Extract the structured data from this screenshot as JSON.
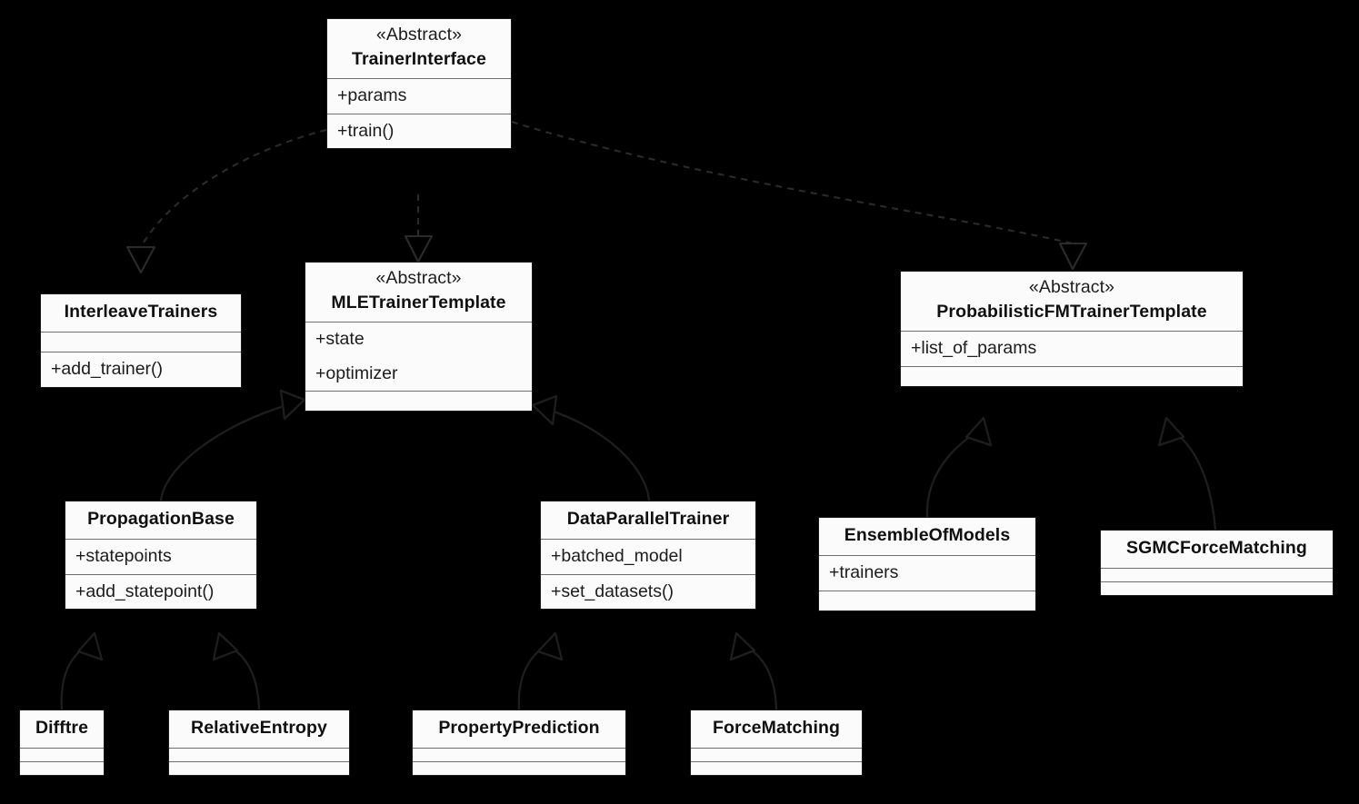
{
  "diagram": {
    "type": "uml-class-diagram",
    "background_color": "#000000",
    "box_fill_color": "#fbfbfb",
    "box_border_color": "#1a1a1a",
    "divider_color": "#6e6e6e",
    "text_color": "#1c1c1c",
    "edge_color": "#2b2b2b"
  },
  "classes": [
    {
      "id": "trainer-interface",
      "stereotype": "«Abstract»",
      "name": "TrainerInterface",
      "attributes": [
        "+params"
      ],
      "methods": [
        "+train()"
      ]
    },
    {
      "id": "interleave-trainers",
      "stereotype": "",
      "name": "InterleaveTrainers",
      "attributes": [],
      "methods": [
        "+add_trainer()"
      ]
    },
    {
      "id": "mle-trainer-template",
      "stereotype": "«Abstract»",
      "name": "MLETrainerTemplate",
      "attributes": [
        "+state",
        "+optimizer"
      ],
      "methods": []
    },
    {
      "id": "probabilistic-fm-trainer-template",
      "stereotype": "«Abstract»",
      "name": "ProbabilisticFMTrainerTemplate",
      "attributes": [
        "+list_of_params"
      ],
      "methods": []
    },
    {
      "id": "propagation-base",
      "stereotype": "",
      "name": "PropagationBase",
      "attributes": [
        "+statepoints"
      ],
      "methods": [
        "+add_statepoint()"
      ]
    },
    {
      "id": "data-parallel-trainer",
      "stereotype": "",
      "name": "DataParallelTrainer",
      "attributes": [
        "+batched_model"
      ],
      "methods": [
        "+set_datasets()"
      ]
    },
    {
      "id": "ensemble-of-models",
      "stereotype": "",
      "name": "EnsembleOfModels",
      "attributes": [
        "+trainers"
      ],
      "methods": []
    },
    {
      "id": "sgmc-force-matching",
      "stereotype": "",
      "name": "SGMCForceMatching",
      "attributes": [],
      "methods": []
    },
    {
      "id": "difftre",
      "stereotype": "",
      "name": "Difftre",
      "attributes": [],
      "methods": []
    },
    {
      "id": "relative-entropy",
      "stereotype": "",
      "name": "RelativeEntropy",
      "attributes": [],
      "methods": []
    },
    {
      "id": "property-prediction",
      "stereotype": "",
      "name": "PropertyPrediction",
      "attributes": [],
      "methods": []
    },
    {
      "id": "force-matching",
      "stereotype": "",
      "name": "ForceMatching",
      "attributes": [],
      "methods": []
    }
  ],
  "relationships": [
    {
      "from": "InterleaveTrainers",
      "to": "TrainerInterface",
      "kind": "realization"
    },
    {
      "from": "MLETrainerTemplate",
      "to": "TrainerInterface",
      "kind": "realization"
    },
    {
      "from": "ProbabilisticFMTrainerTemplate",
      "to": "TrainerInterface",
      "kind": "realization"
    },
    {
      "from": "PropagationBase",
      "to": "MLETrainerTemplate",
      "kind": "generalization"
    },
    {
      "from": "DataParallelTrainer",
      "to": "MLETrainerTemplate",
      "kind": "generalization"
    },
    {
      "from": "EnsembleOfModels",
      "to": "ProbabilisticFMTrainerTemplate",
      "kind": "generalization"
    },
    {
      "from": "SGMCForceMatching",
      "to": "ProbabilisticFMTrainerTemplate",
      "kind": "generalization"
    },
    {
      "from": "Difftre",
      "to": "PropagationBase",
      "kind": "generalization"
    },
    {
      "from": "RelativeEntropy",
      "to": "PropagationBase",
      "kind": "generalization"
    },
    {
      "from": "PropertyPrediction",
      "to": "DataParallelTrainer",
      "kind": "generalization"
    },
    {
      "from": "ForceMatching",
      "to": "DataParallelTrainer",
      "kind": "generalization"
    }
  ]
}
